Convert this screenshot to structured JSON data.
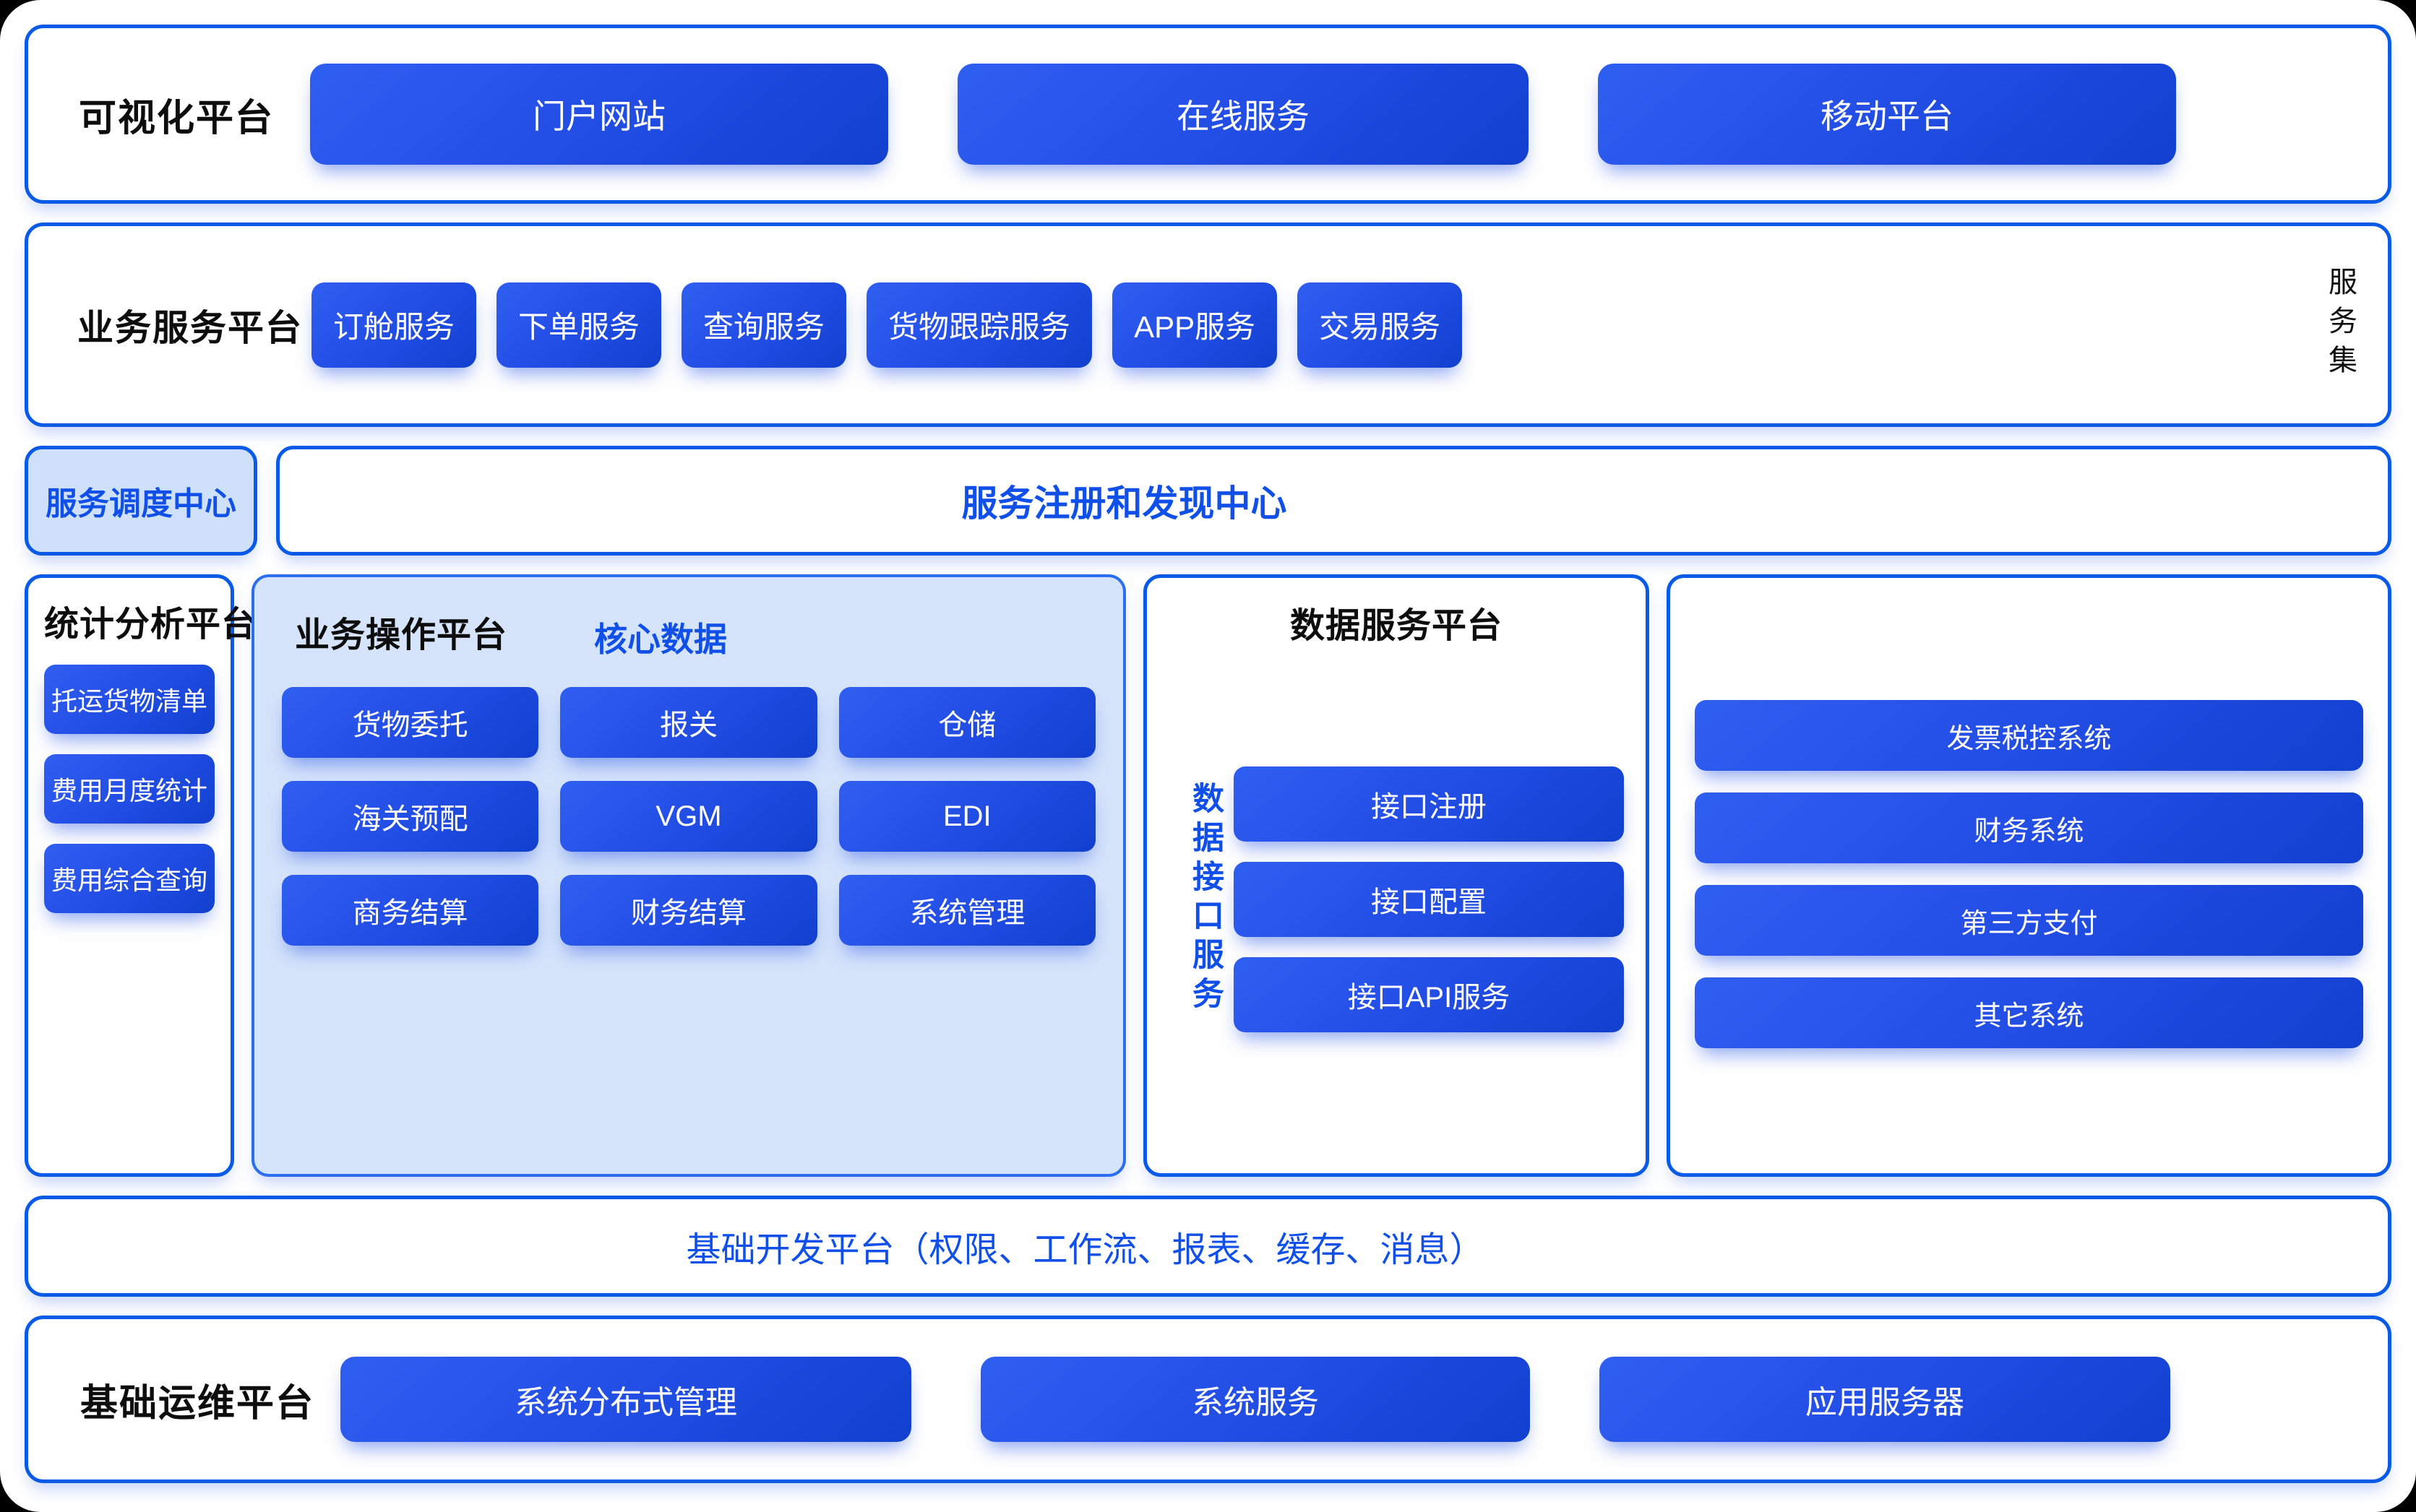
{
  "rows": {
    "visualization": {
      "title": "可视化平台",
      "items": [
        "门户网站",
        "在线服务",
        "移动平台"
      ]
    },
    "business_service": {
      "title": "业务服务平台",
      "items": [
        "订舱服务",
        "下单服务",
        "查询服务",
        "货物跟踪服务",
        "APP服务",
        "交易服务"
      ],
      "side_label": "服务集"
    },
    "registry": {
      "dispatch_center": "服务调度中心",
      "registry_center": "服务注册和发现中心"
    },
    "statistics_platform": {
      "title": "统计分析平台",
      "items": [
        "托运货物清单",
        "费用月度统计",
        "费用综合查询"
      ]
    },
    "operation_platform": {
      "title": "业务操作平台",
      "core_label": "核心数据",
      "items": [
        "货物委托",
        "报关",
        "仓储",
        "海关预配",
        "VGM",
        "EDI",
        "商务结算",
        "财务结算",
        "系统管理"
      ]
    },
    "data_service_platform": {
      "title": "数据服务平台",
      "side_label": "数据接口服务",
      "items": [
        "接口注册",
        "接口配置",
        "接口API服务"
      ]
    },
    "external_systems": {
      "items": [
        "发票税控系统",
        "财务系统",
        "第三方支付",
        "其它系统"
      ]
    },
    "dev_platform": {
      "title": "基础开发平台（权限、工作流、报表、缓存、消息）"
    },
    "ops_platform": {
      "title": "基础运维平台",
      "items": [
        "系统分布式管理",
        "系统服务",
        "应用服务器"
      ]
    }
  },
  "colors": {
    "border_blue": "#0a5ae8",
    "button_blue": "#2550e8",
    "button_blue_dark": "#1140cf",
    "accent_text_blue": "#1050e8",
    "dispatch_fill": "#cfe0fb",
    "ops_panel_fill": "#d6e4fb",
    "page_background": "#ffffff"
  }
}
